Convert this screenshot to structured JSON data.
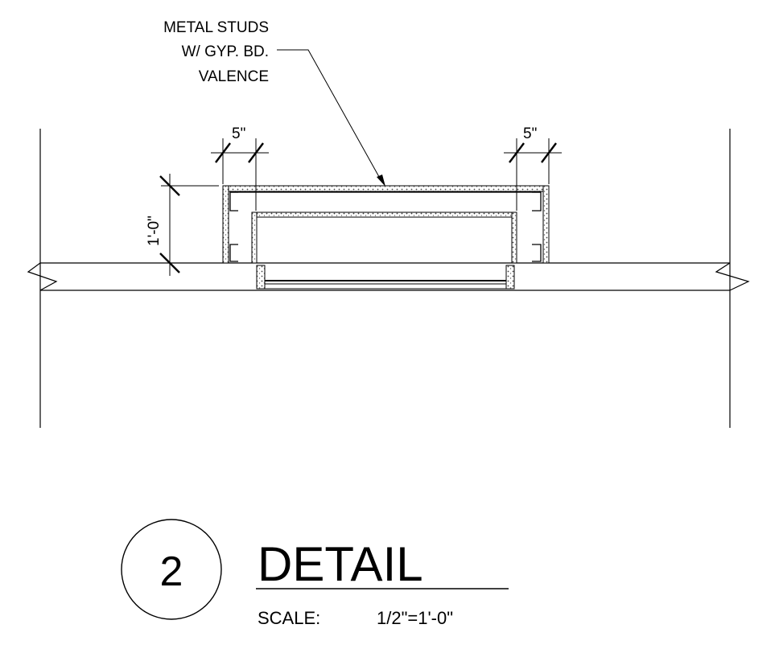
{
  "note": {
    "lines": [
      "METAL STUDS",
      "W/ GYP. BD.",
      "VALENCE"
    ]
  },
  "dimensions": {
    "left_width": "5\"",
    "right_width": "5\"",
    "height": "1'-0\""
  },
  "title_block": {
    "detail_number": "2",
    "title": "DETAIL",
    "scale_label": "SCALE:",
    "scale_value": "1/2\"=1'-0\""
  },
  "colors": {
    "line": "#000000",
    "hatch": "#555555",
    "background": "#ffffff"
  }
}
